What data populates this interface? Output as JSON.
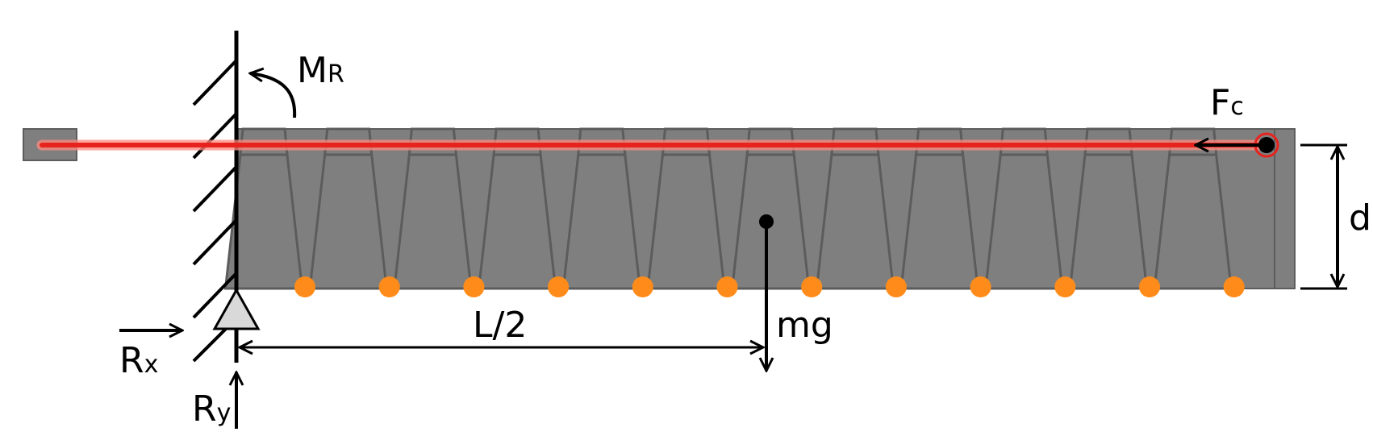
{
  "labels": {
    "moment_main": "M",
    "moment_sub": "R",
    "cable_force_main": "F",
    "cable_force_sub": "c",
    "depth": "d",
    "weight": "mg",
    "half_length": "L/2",
    "reaction_x_main": "R",
    "reaction_x_sub": "x",
    "reaction_y_main": "R",
    "reaction_y_sub": "y"
  },
  "structure": {
    "segment_count": 12,
    "joint_count": 12
  },
  "colors": {
    "body_fill": "#7f7f7f",
    "body_stroke": "#5c5c5c",
    "cable": "#e8231d",
    "cable_glow": "#ff8a80",
    "joint": "#ff8c1a",
    "support_fill": "#d9d9d9",
    "ink": "#000000"
  }
}
